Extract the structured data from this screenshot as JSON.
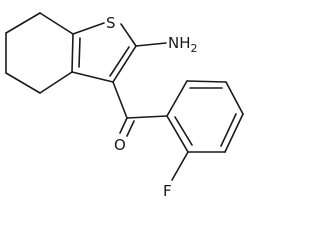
{
  "molecule": {
    "atoms": {
      "sulfur": "S",
      "amine": "NH",
      "amine_subscript": "2",
      "oxygen": "O",
      "fluorine": "F"
    },
    "colors": {
      "bond": "#1a1a1a",
      "background": "#ffffff"
    }
  }
}
